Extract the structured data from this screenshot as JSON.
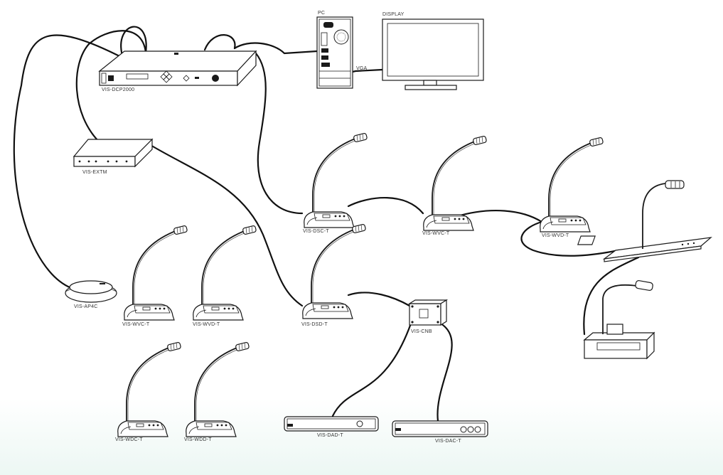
{
  "labels": {
    "pc": "PC",
    "display": "DISPLAY",
    "vga": "VGA",
    "dcp2000": "VIS-DCP2000",
    "extm": "VIS-EXTM",
    "ap4c": "VIS-AP4C",
    "dsc_t": "VIS-DSC-T",
    "wvc_t_top": "VIS-WVC-T",
    "wvd_t_top": "VIS-WVD-T",
    "wvc_t": "VIS-WVC-T",
    "wvd_t": "VIS-WVD-T",
    "dsd_t": "VIS-DSD-T",
    "cnb": "VIS-CNB",
    "wdc_t": "VIS-WDC-T",
    "wdd_t": "VIS-WDD-T",
    "dad_t": "VIS-DAD-T",
    "dac_t": "VIS-DAC-T"
  },
  "colors": {
    "line": "#111111",
    "background": "#ffffff",
    "floor_tint": "#eaf6f2"
  }
}
